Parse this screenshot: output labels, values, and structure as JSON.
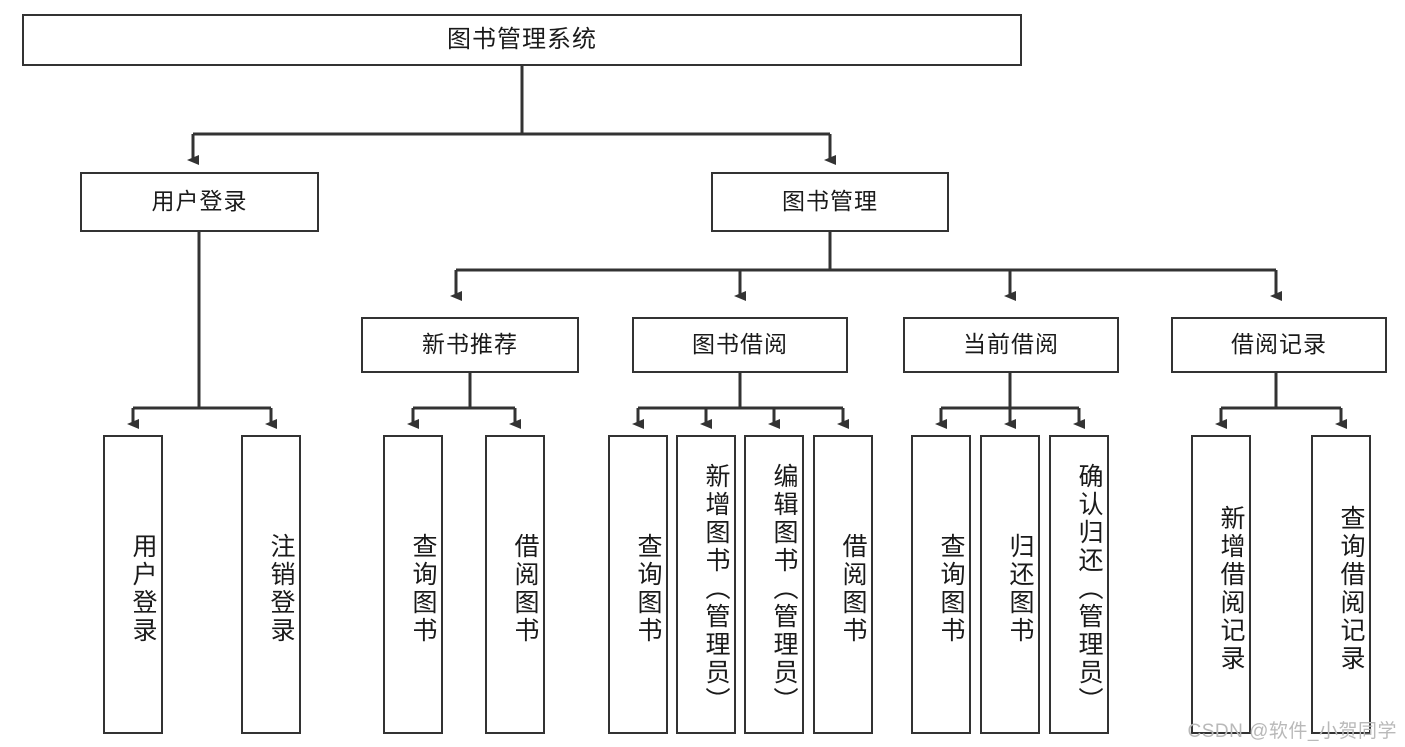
{
  "diagram": {
    "type": "tree-hierarchy",
    "title": "图书管理系统",
    "watermark": "CSDN @软件_小贺同学",
    "colors": {
      "stroke": "#333333",
      "fill": "#ffffff",
      "text": "#1a1a1a",
      "watermark": "#b9b9b9"
    },
    "nodes": {
      "root": {
        "label": "图书管理系统",
        "level": 0,
        "orientation": "horizontal"
      },
      "l1": [
        {
          "id": "user-login",
          "label": "用户登录",
          "orientation": "horizontal"
        },
        {
          "id": "book-manage",
          "label": "图书管理",
          "orientation": "horizontal"
        }
      ],
      "l2": [
        {
          "id": "new-book-rec",
          "label": "新书推荐",
          "orientation": "horizontal",
          "parent": "book-manage"
        },
        {
          "id": "book-borrow",
          "label": "图书借阅",
          "orientation": "horizontal",
          "parent": "book-manage"
        },
        {
          "id": "current-borrow",
          "label": "当前借阅",
          "orientation": "horizontal",
          "parent": "book-manage"
        },
        {
          "id": "borrow-record",
          "label": "借阅记录",
          "orientation": "horizontal",
          "parent": "book-manage"
        }
      ],
      "leaves": [
        {
          "id": "leaf-user-login",
          "label": "用户登录",
          "parent": "user-login",
          "orientation": "vertical"
        },
        {
          "id": "leaf-logout-login",
          "label": "注销登录",
          "parent": "user-login",
          "orientation": "vertical"
        },
        {
          "id": "leaf-query-book-1",
          "label": "查询图书",
          "parent": "new-book-rec",
          "orientation": "vertical"
        },
        {
          "id": "leaf-borrow-book-1",
          "label": "借阅图书",
          "parent": "new-book-rec",
          "orientation": "vertical"
        },
        {
          "id": "leaf-query-book-2",
          "label": "查询图书",
          "parent": "book-borrow",
          "orientation": "vertical"
        },
        {
          "id": "leaf-add-book",
          "label": "新增图书（管理员）",
          "parent": "book-borrow",
          "orientation": "vertical"
        },
        {
          "id": "leaf-edit-book",
          "label": "编辑图书（管理员）",
          "parent": "book-borrow",
          "orientation": "vertical"
        },
        {
          "id": "leaf-borrow-book-2",
          "label": "借阅图书",
          "parent": "book-borrow",
          "orientation": "vertical"
        },
        {
          "id": "leaf-query-book-3",
          "label": "查询图书",
          "parent": "current-borrow",
          "orientation": "vertical"
        },
        {
          "id": "leaf-return-book",
          "label": "归还图书",
          "parent": "current-borrow",
          "orientation": "vertical"
        },
        {
          "id": "leaf-confirm-return",
          "label": "确认归还（管理员）",
          "parent": "current-borrow",
          "orientation": "vertical"
        },
        {
          "id": "leaf-add-record",
          "label": "新增借阅记录",
          "parent": "borrow-record",
          "orientation": "vertical"
        },
        {
          "id": "leaf-query-record",
          "label": "查询借阅记录",
          "parent": "borrow-record",
          "orientation": "vertical"
        }
      ]
    }
  }
}
